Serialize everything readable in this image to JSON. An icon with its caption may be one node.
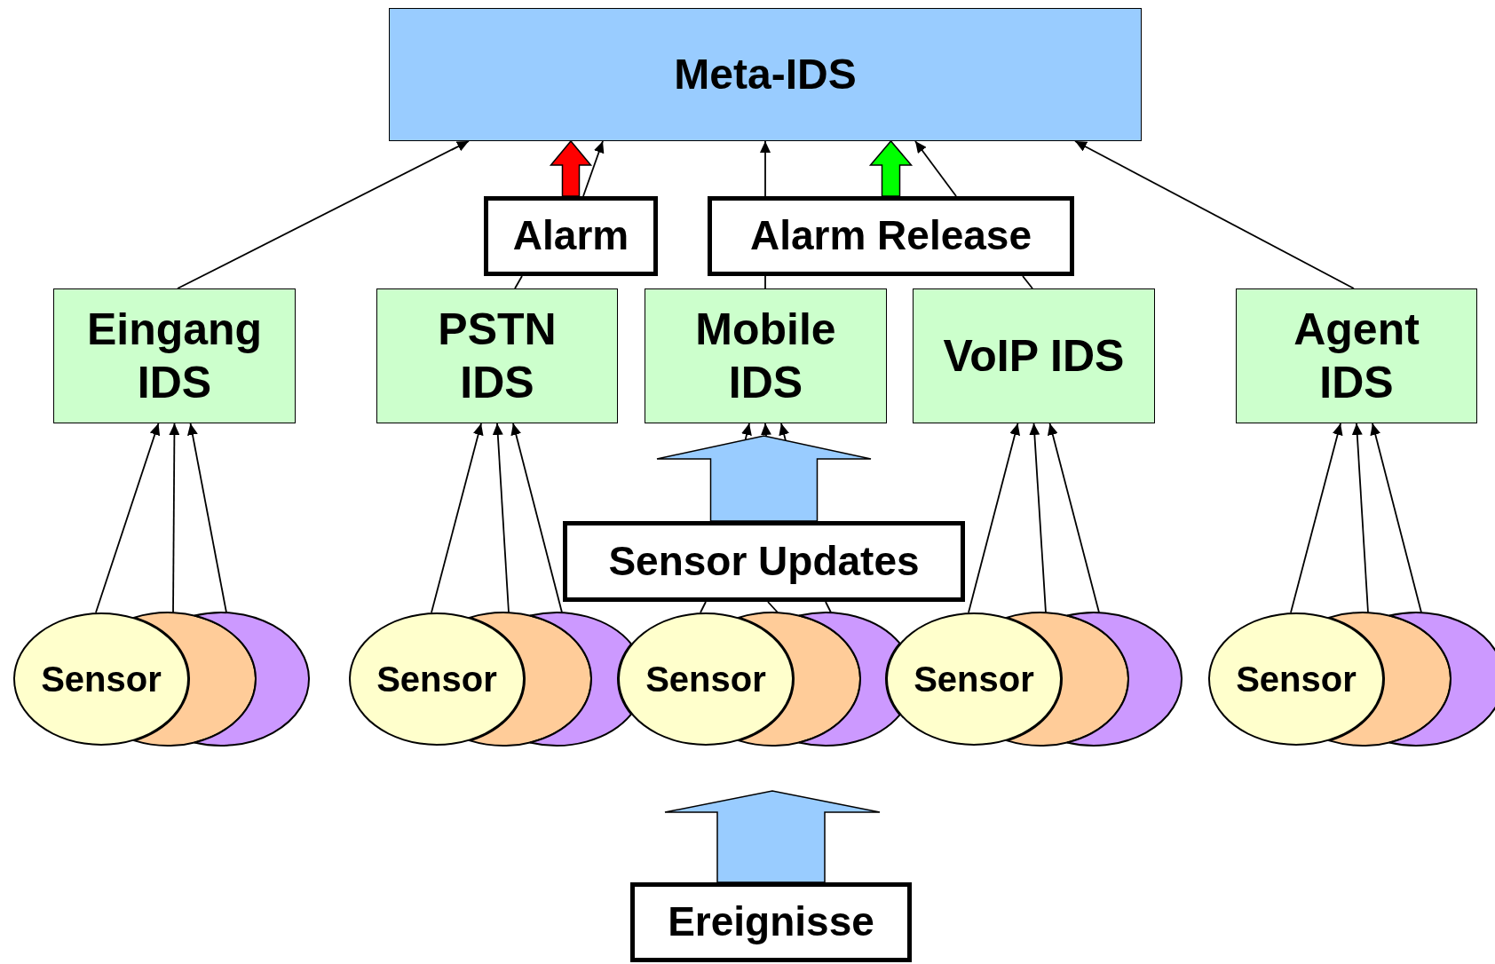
{
  "diagram": {
    "nodes": [
      {
        "text": [
          "Meta-IDS"
        ]
      },
      {
        "text": [
          "Alarm"
        ]
      },
      {
        "text": [
          "Alarm Release"
        ]
      },
      {
        "text": [
          "Eingang IDS"
        ]
      },
      {
        "text": [
          "PSTN IDS"
        ]
      },
      {
        "text": [
          "Mobile IDS"
        ]
      },
      {
        "text": [
          "VoIP IDS"
        ]
      },
      {
        "text": [
          "Agent IDS"
        ]
      },
      {
        "text": [
          "Sensor Updates"
        ]
      },
      {
        "text": [
          "Sensor"
        ]
      },
      {
        "text": [],
        "shape": "circle"
      },
      {
        "text": [],
        "shape": "circle"
      },
      {
        "text": [
          "Sensor"
        ]
      },
      {
        "text": [],
        "shape": "circle"
      },
      {
        "text": [],
        "shape": "circle"
      },
      {
        "text": [
          "Sensor"
        ]
      },
      {
        "text": [],
        "shape": "circle"
      },
      {
        "text": [],
        "shape": "circle"
      },
      {
        "text": [
          "Sensor"
        ]
      },
      {
        "text": [],
        "shape": "circle"
      },
      {
        "text": [],
        "shape": "circle"
      },
      {
        "text": [
          "Sensor"
        ]
      },
      {
        "text": [],
        "shape": "circle"
      },
      {
        "text": [],
        "shape": "circle"
      },
      {
        "text": [
          "Ereignisse"
        ]
      }
    ],
    "edges": [
      {
        "from": 3,
        "to": 0,
        "arrow": "to"
      },
      {
        "from": 4,
        "to": 1,
        "arrow": "none"
      },
      {
        "from": 1,
        "to": 0,
        "arrow": "to"
      },
      {
        "from": 5,
        "to": 2,
        "arrow": "none"
      },
      {
        "from": 2,
        "to": 0,
        "arrow": "to"
      },
      {
        "from": 6,
        "to": 2,
        "arrow": "none"
      },
      {
        "from": 2,
        "to": 0,
        "arrow": "to"
      },
      {
        "from": 7,
        "to": 0,
        "arrow": "to"
      },
      {
        "from": 1,
        "to": 0,
        "arrow": "to",
        "style": "thick",
        "color": "#ff0000"
      },
      {
        "from": 2,
        "to": 0,
        "arrow": "to",
        "style": "thick",
        "color": "#00ff00"
      },
      {
        "from": 8,
        "to": 5,
        "arrow": "to",
        "style": "thick",
        "color": "#99ccff"
      },
      {
        "from": 24,
        "to": null,
        "arrow": "to",
        "style": "thick",
        "color": "#99ccff"
      },
      {
        "from": 9,
        "to": 3,
        "arrow": "to"
      },
      {
        "from": 10,
        "to": 3,
        "arrow": "to"
      },
      {
        "from": 11,
        "to": 3,
        "arrow": "to"
      },
      {
        "from": 12,
        "to": 4,
        "arrow": "to"
      },
      {
        "from": 13,
        "to": 4,
        "arrow": "to"
      },
      {
        "from": 14,
        "to": 4,
        "arrow": "to"
      },
      {
        "from": 15,
        "to": 8,
        "arrow": "none"
      },
      {
        "from": 16,
        "to": 8,
        "arrow": "none"
      },
      {
        "from": 17,
        "to": 8,
        "arrow": "none"
      },
      {
        "from": 8,
        "to": 5,
        "arrow": "to"
      },
      {
        "from": 8,
        "to": 5,
        "arrow": "to"
      },
      {
        "from": 8,
        "to": 5,
        "arrow": "to"
      },
      {
        "from": 18,
        "to": 6,
        "arrow": "to"
      },
      {
        "from": 19,
        "to": 6,
        "arrow": "to"
      },
      {
        "from": 20,
        "to": 6,
        "arrow": "to"
      },
      {
        "from": 21,
        "to": 7,
        "arrow": "to"
      },
      {
        "from": 22,
        "to": 7,
        "arrow": "to"
      },
      {
        "from": 23,
        "to": 7,
        "arrow": "to"
      }
    ]
  }
}
